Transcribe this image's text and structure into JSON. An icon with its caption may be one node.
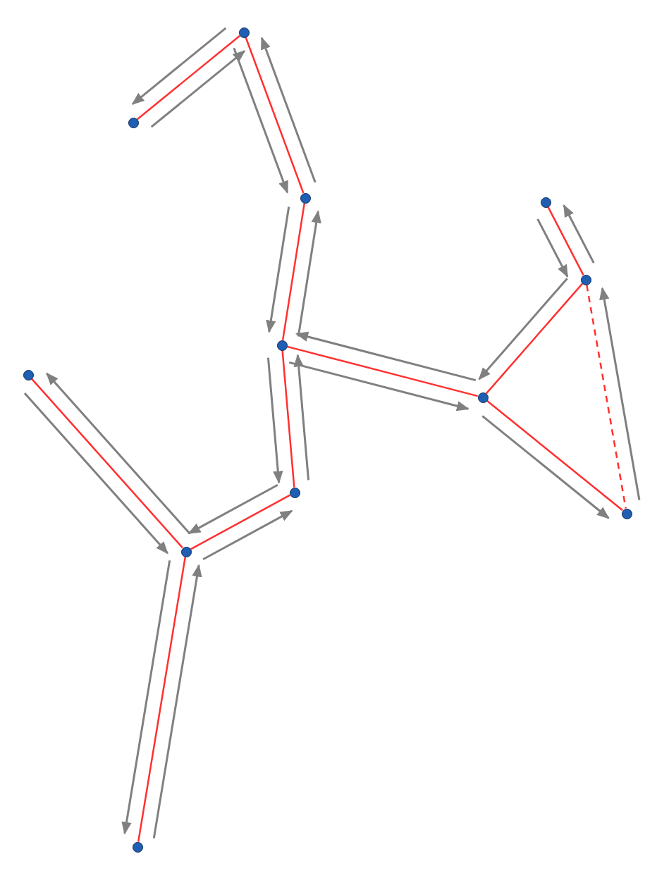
{
  "diagram": {
    "nodes": [
      {
        "text": [],
        "shape": "circle"
      },
      {
        "text": [],
        "shape": "circle"
      },
      {
        "text": [],
        "shape": "circle"
      },
      {
        "text": [],
        "shape": "circle"
      },
      {
        "text": [],
        "shape": "circle"
      },
      {
        "text": [],
        "shape": "circle"
      },
      {
        "text": [],
        "shape": "circle"
      },
      {
        "text": [],
        "shape": "circle"
      },
      {
        "text": [],
        "shape": "circle"
      },
      {
        "text": [],
        "shape": "circle"
      },
      {
        "text": [],
        "shape": "circle"
      },
      {
        "text": [],
        "shape": "circle"
      }
    ],
    "edges": [
      {
        "from": 1,
        "to": 0,
        "arrow": "none"
      },
      {
        "from": 0,
        "to": 2,
        "arrow": "none"
      },
      {
        "from": 2,
        "to": 5,
        "arrow": "none"
      },
      {
        "from": 3,
        "to": 4,
        "arrow": "none"
      },
      {
        "from": 4,
        "to": 7,
        "arrow": "none"
      },
      {
        "from": 4,
        "to": 9,
        "arrow": "none",
        "style": "dashed"
      },
      {
        "from": 5,
        "to": 7,
        "arrow": "none"
      },
      {
        "from": 7,
        "to": 9,
        "arrow": "none"
      },
      {
        "from": 5,
        "to": 8,
        "arrow": "none"
      },
      {
        "from": 8,
        "to": 10,
        "arrow": "none"
      },
      {
        "from": 6,
        "to": 10,
        "arrow": "none"
      },
      {
        "from": 10,
        "to": 11,
        "arrow": "none"
      }
    ]
  }
}
